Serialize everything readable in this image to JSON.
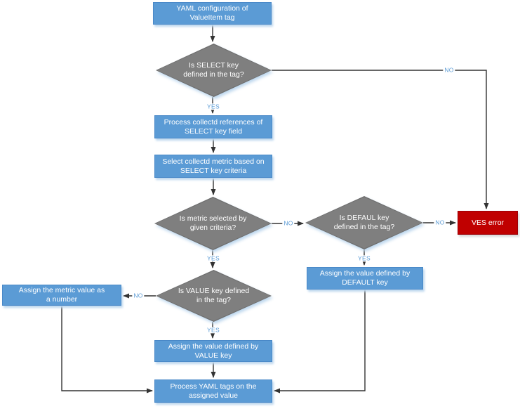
{
  "colors": {
    "process_fill": "#5B9BD5",
    "process_border": "#4A89C8",
    "decision_fill": "#7F7F7F",
    "decision_border": "#6E6E6E",
    "error_fill": "#C00000",
    "error_border": "#9C0006",
    "connector": "#333333",
    "edge_label": "#5B9BD5",
    "node_text": "#FFFFFF",
    "shadow": "#BDD7EE"
  },
  "nodes": {
    "start": {
      "label": "YAML configuration of ValueItem tag"
    },
    "d_select": {
      "label": "Is SELECT key defined in the tag?"
    },
    "p_references": {
      "label": "Process collectd references of SELECT key field"
    },
    "p_select_metric": {
      "label": "Select collectd metric based on SELECT key criteria"
    },
    "d_metric": {
      "label": "Is metric selected by given criteria?"
    },
    "d_default": {
      "label": "Is DEFAUL key defined in the tag?"
    },
    "ves_error": {
      "label": "VES error"
    },
    "p_default": {
      "label": "Assign the value defined by DEFAULT key"
    },
    "d_value": {
      "label": "Is VALUE key defined in the tag?"
    },
    "p_metric_number": {
      "label": "Assign the metric value as a number"
    },
    "p_value": {
      "label": "Assign the value defined by VALUE key"
    },
    "p_yaml_tags": {
      "label": "Process YAML tags on the assigned value"
    }
  },
  "edge_labels": {
    "select_yes": "YES",
    "select_no": "NO",
    "metric_yes": "YES",
    "metric_no": "NO",
    "default_yes": "YES",
    "default_no": "NO",
    "value_yes": "YES",
    "value_no": "NO"
  }
}
